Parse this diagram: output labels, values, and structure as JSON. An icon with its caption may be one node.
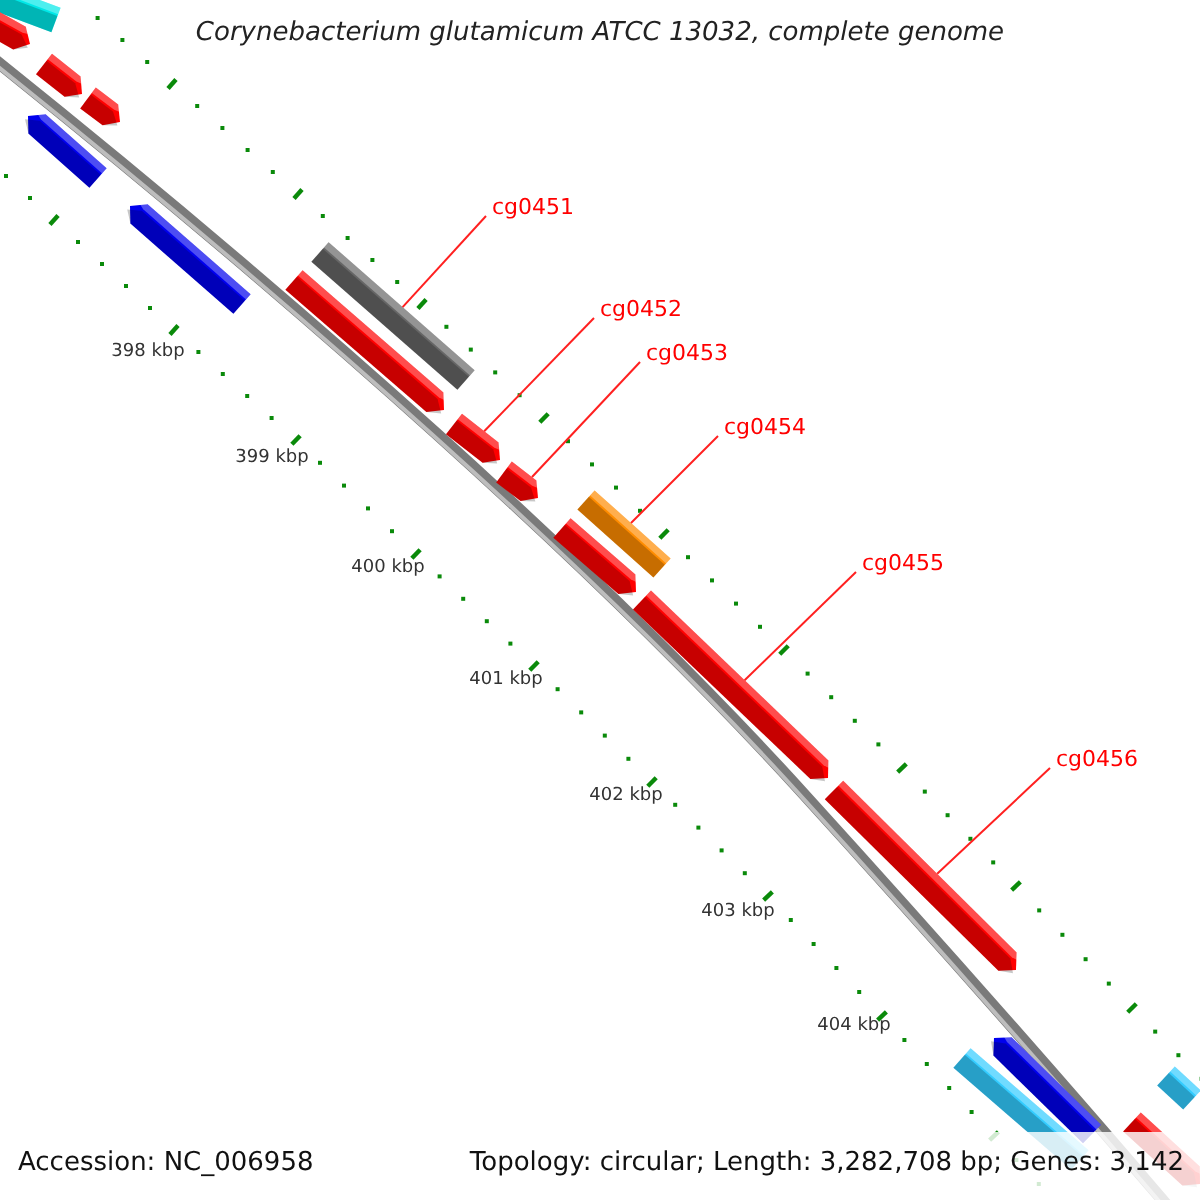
{
  "diagram": {
    "title": "Corynebacterium glutamicum ATCC 13032, complete genome",
    "nodes": [
      {
        "text": [
          "cg0451"
        ]
      },
      {
        "text": [
          "cg0452"
        ]
      },
      {
        "text": [
          "cg0453"
        ]
      },
      {
        "text": [
          "cg0454"
        ]
      },
      {
        "text": [
          "cg0455"
        ]
      },
      {
        "text": [
          "cg0456"
        ]
      },
      {
        "text": [],
        "shape": "bar"
      },
      {
        "text": [],
        "shape": "arrow"
      },
      {
        "text": [],
        "shape": "arrow"
      },
      {
        "text": [],
        "shape": "arrow"
      },
      {
        "text": [],
        "shape": "arrow"
      },
      {
        "text": [],
        "shape": "arrow"
      },
      {
        "text": [],
        "shape": "bar"
      },
      {
        "text": [],
        "shape": "arrow"
      },
      {
        "text": [],
        "shape": "arrow"
      },
      {
        "text": [],
        "shape": "arrow"
      },
      {
        "text": [],
        "shape": "bar"
      },
      {
        "text": [],
        "shape": "arrow"
      },
      {
        "text": [],
        "shape": "arrow"
      },
      {
        "text": [],
        "shape": "arrow"
      },
      {
        "text": [],
        "shape": "arrow"
      },
      {
        "text": [],
        "shape": "bar"
      },
      {
        "text": [],
        "shape": "bar"
      },
      {
        "text": [],
        "shape": "arrow"
      }
    ],
    "edges": [
      {
        "from": 0,
        "to": 12,
        "arrow": "none"
      },
      {
        "from": 1,
        "to": 14,
        "arrow": "none"
      },
      {
        "from": 2,
        "to": 15,
        "arrow": "none"
      },
      {
        "from": 3,
        "to": 16,
        "arrow": "none"
      },
      {
        "from": 4,
        "to": 18,
        "arrow": "none"
      },
      {
        "from": 5,
        "to": 19,
        "arrow": "none"
      }
    ],
    "labels": [
      "398 kbp",
      "399 kbp",
      "400 kbp",
      "401 kbp",
      "402 kbp",
      "403 kbp",
      "404 kbp",
      "Accession: NC_006958",
      "Topology: circular; Length: 3,282,708 bp; Genes: 3,142"
    ]
  }
}
